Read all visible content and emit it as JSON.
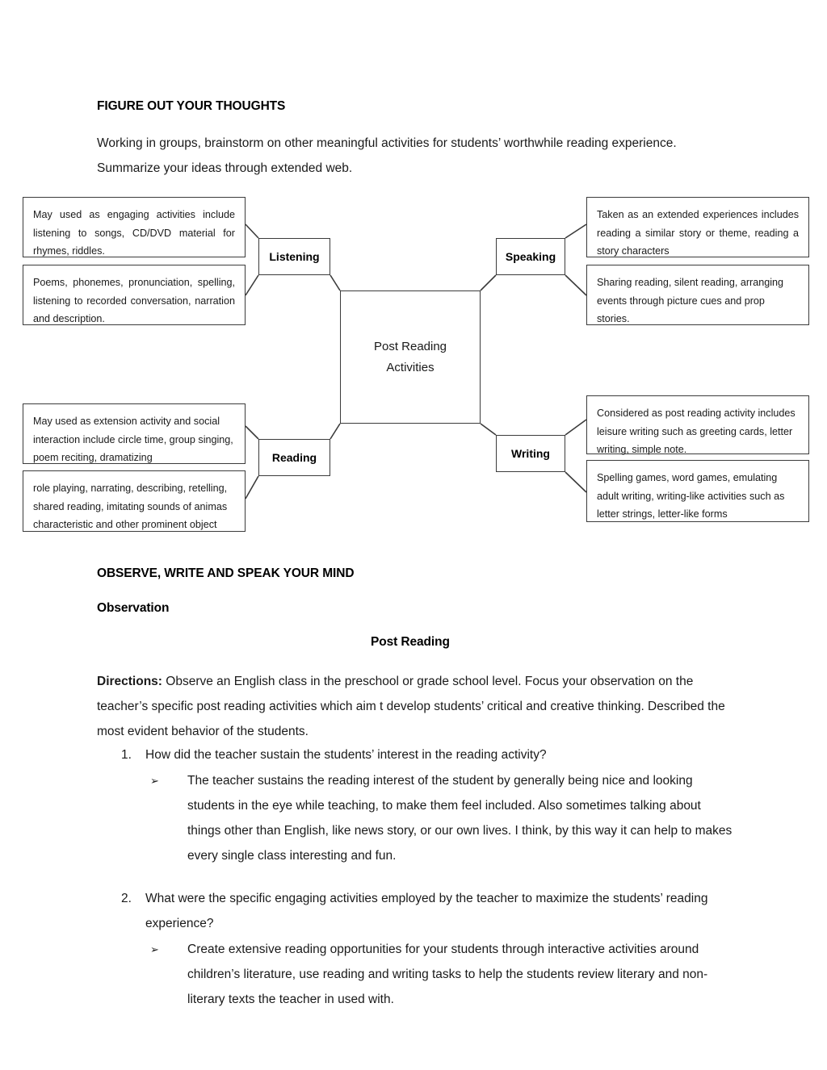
{
  "document": {
    "section1_heading": "FIGURE OUT YOUR THOUGHTS",
    "intro_paragraph": "Working in groups, brainstorm on other meaningful activities for students’ worthwhile reading experience. Summarize your ideas through extended web.",
    "section2_heading": "OBSERVE, WRITE AND SPEAK YOUR MIND",
    "observation_heading": "Observation",
    "post_reading_heading": "Post Reading",
    "directions_label": "Directions:",
    "directions_text": " Observe an English class in the preschool or grade school level. Focus your observation on the teacher’s specific post reading activities which aim t develop students’ critical and creative thinking. Described the most evident behavior of the students."
  },
  "diagram": {
    "center_line1": "Post Reading",
    "center_line2": "Activities",
    "labels": {
      "listening": "Listening",
      "speaking": "Speaking",
      "reading": "Reading",
      "writing": "Writing"
    },
    "left_boxes": [
      "May used as engaging activities include listening to songs, CD/DVD material for rhymes, riddles.",
      "Poems, phonemes, pronunciation, spelling, listening to recorded conversation, narration and description.",
      "May used as extension activity and social interaction include circle time, group singing, poem reciting, dramatizing",
      "role playing, narrating, describing, retelling, shared reading, imitating sounds of animas characteristic and other prominent object"
    ],
    "right_boxes": [
      "Taken as an extended experiences includes reading a similar story or theme, reading a story characters",
      "Sharing reading, silent reading, arranging events through picture cues and prop stories.",
      "Considered as post reading activity includes leisure writing such as greeting cards, letter writing, simple note.",
      "Spelling games, word games, emulating adult writing, writing-like activities such as letter strings, letter-like forms"
    ]
  },
  "questions": [
    {
      "number": "1.",
      "question": "How did the teacher sustain the students’ interest in the reading activity?",
      "bullet_glyph": "➢",
      "answer": "The teacher sustains the reading interest of the student by generally being nice and looking students in the eye while teaching, to make them feel included. Also sometimes talking about things other than English, like news story, or our own lives.  I think, by this way it can help to makes every single class interesting and fun."
    },
    {
      "number": "2.",
      "question": "What were the specific engaging activities employed by the teacher to maximize the students’ reading experience?",
      "bullet_glyph": "➢",
      "answer": "Create extensive reading opportunities for your students through interactive activities around children’s literature, use reading and writing tasks to help the students review literary and non-literary texts the teacher in used with."
    }
  ],
  "colors": {
    "page_background": "#ffffff",
    "text": "#1a1a1a",
    "border": "#3b3b3b"
  }
}
